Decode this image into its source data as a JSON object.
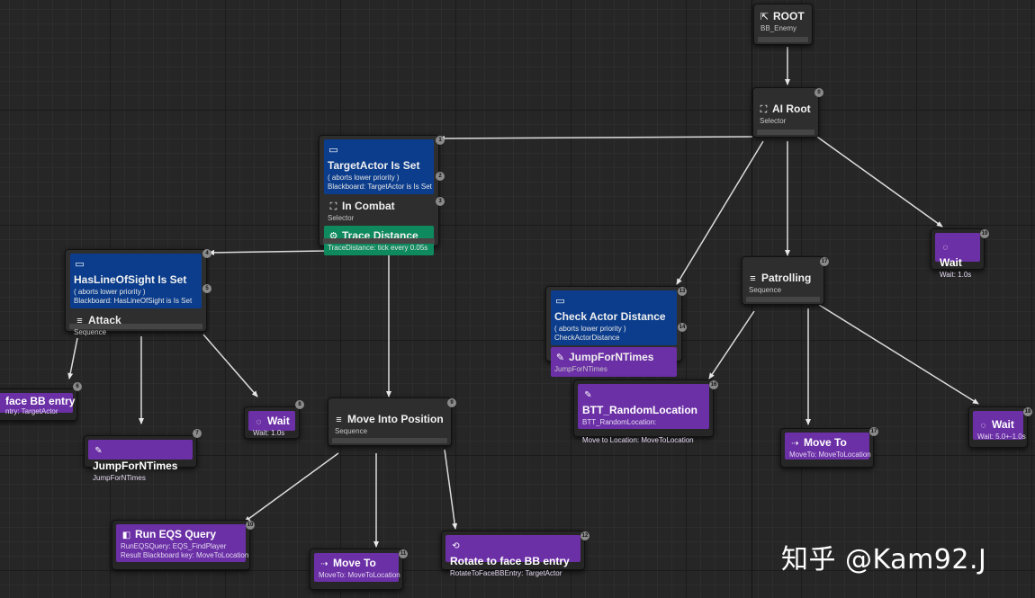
{
  "nodes": {
    "root": {
      "title": "ROOT",
      "sub": "BB_Enemy",
      "icon": "tree-root-icon"
    },
    "ai_root": {
      "title": "AI Root",
      "sub": "Selector",
      "badge": "0",
      "icon": "selector-icon"
    },
    "in_combat": {
      "decorator": {
        "title": "TargetActor Is Set",
        "line1": "( aborts lower priority )",
        "line2": "Blackboard: TargetActor is Is Set",
        "badge": "1",
        "badge2": "2",
        "icon": "blackboard-icon"
      },
      "title": "In Combat",
      "sub": "Selector",
      "badge": "3",
      "service": {
        "title": "Trace Distance",
        "sub": "TraceDistance: tick every 0.05s"
      }
    },
    "attack": {
      "decorator": {
        "title": "HasLineOfSight Is Set",
        "line1": "( aborts lower priority )",
        "line2": "Blackboard: HasLineOfSight is Is Set",
        "badge": "4",
        "badge2": "5"
      },
      "title": "Attack",
      "sub": "Sequence"
    },
    "face_bb": {
      "title": "face BB entry",
      "sub": "ntry: TargetActor",
      "badge": "6"
    },
    "jump_attack": {
      "title": "JumpForNTimes",
      "sub": "JumpForNTimes",
      "badge": "7"
    },
    "wait_attack": {
      "title": "Wait",
      "sub": "Wait: 1.0s",
      "badge": "8"
    },
    "move_into_position": {
      "title": "Move Into Position",
      "sub": "Sequence",
      "badge": "9"
    },
    "run_eqs": {
      "title": "Run EQS Query",
      "line1": "RunEQSQuery: EQS_FindPlayer",
      "line2": "Result Blackboard key: MoveToLocation",
      "badge": "10"
    },
    "move_to_mip": {
      "title": "Move To",
      "sub": "MoveTo: MoveToLocation",
      "badge": "11"
    },
    "rotate_face": {
      "title": "Rotate to face BB entry",
      "sub": "RotateToFaceBBEntry: TargetActor",
      "badge": "12"
    },
    "check_actor": {
      "decorator": {
        "title": "Check Actor Distance",
        "line1": "( aborts lower priority )",
        "line2": "CheckActorDistance",
        "badge": "13",
        "badge2": "14"
      },
      "task": {
        "title": "JumpForNTimes",
        "sub": "JumpForNTimes"
      }
    },
    "patrolling": {
      "title": "Patrolling",
      "sub": "Sequence",
      "badge": "17"
    },
    "random_location": {
      "title": "BTT_RandomLocation",
      "line1": "BTT_RandomLocation:",
      "line2": "Move to Location: MoveToLocation",
      "badge": "16"
    },
    "move_to_patrol": {
      "title": "Move To",
      "sub": "MoveTo: MoveToLocation",
      "badge": "17"
    },
    "wait_patrol": {
      "title": "Wait",
      "sub": "Wait: 5.0+-1.0s",
      "badge": "18"
    },
    "wait_root": {
      "title": "Wait",
      "sub": "Wait: 1.0s",
      "badge": "19"
    }
  },
  "watermark": "知乎 @Kam92.J",
  "colors": {
    "background": "#262626",
    "decorator": "#0b3d8c",
    "service": "#0f8a5f",
    "task": "#6b2fa6",
    "composite": "#2e2e2e",
    "wire": "#e0e0e0"
  }
}
